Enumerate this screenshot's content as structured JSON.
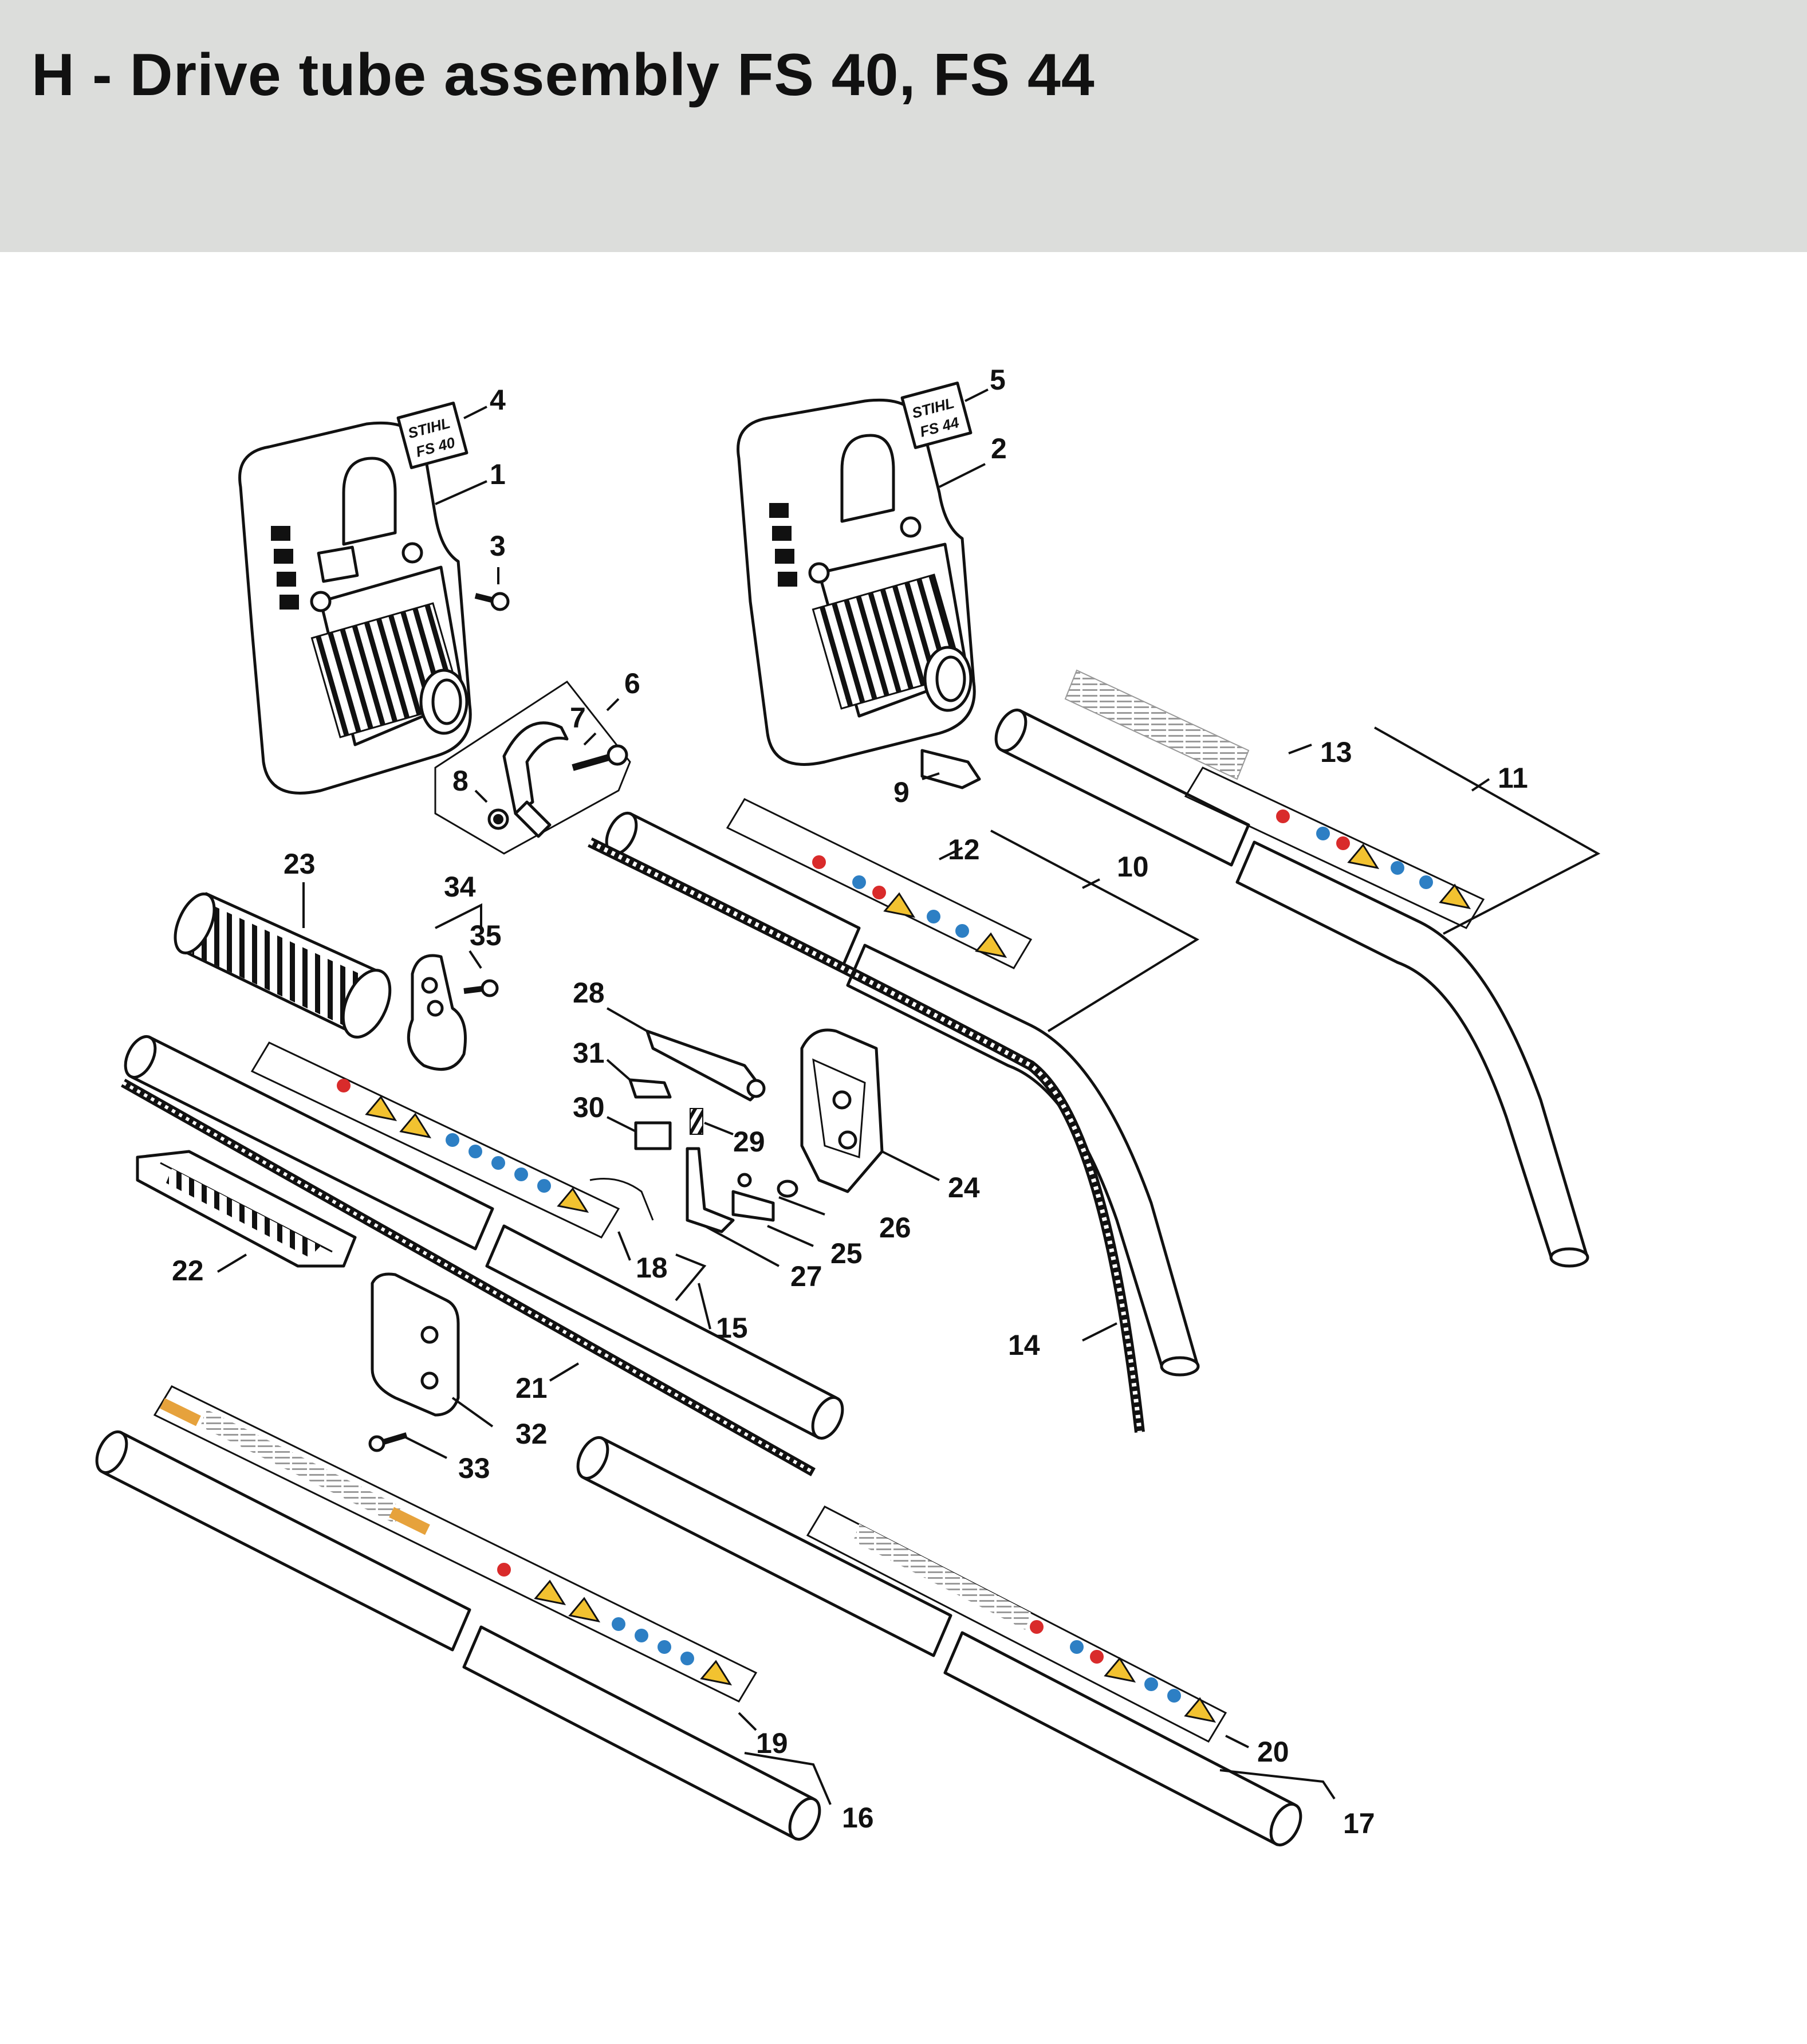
{
  "header": {
    "title": "H - Drive tube assembly FS 40, FS 44"
  },
  "logos": {
    "badge_fs40": "STIHL FS 40",
    "badge_fs44": "STIHL FS 44"
  },
  "callouts": [
    "1",
    "2",
    "3",
    "4",
    "5",
    "6",
    "7",
    "8",
    "9",
    "10",
    "11",
    "12",
    "13",
    "14",
    "15",
    "16",
    "17",
    "18",
    "19",
    "20",
    "21",
    "22",
    "23",
    "24",
    "25",
    "26",
    "27",
    "28",
    "29",
    "30",
    "31",
    "32",
    "33",
    "34",
    "35"
  ],
  "colors": {
    "header_bg": "#dcdddb",
    "line": "#111111",
    "warning_yellow": "#f2c230",
    "info_blue": "#2d7fc4",
    "prohibit_red": "#d92b2b",
    "label_orange": "#e6a23c"
  }
}
